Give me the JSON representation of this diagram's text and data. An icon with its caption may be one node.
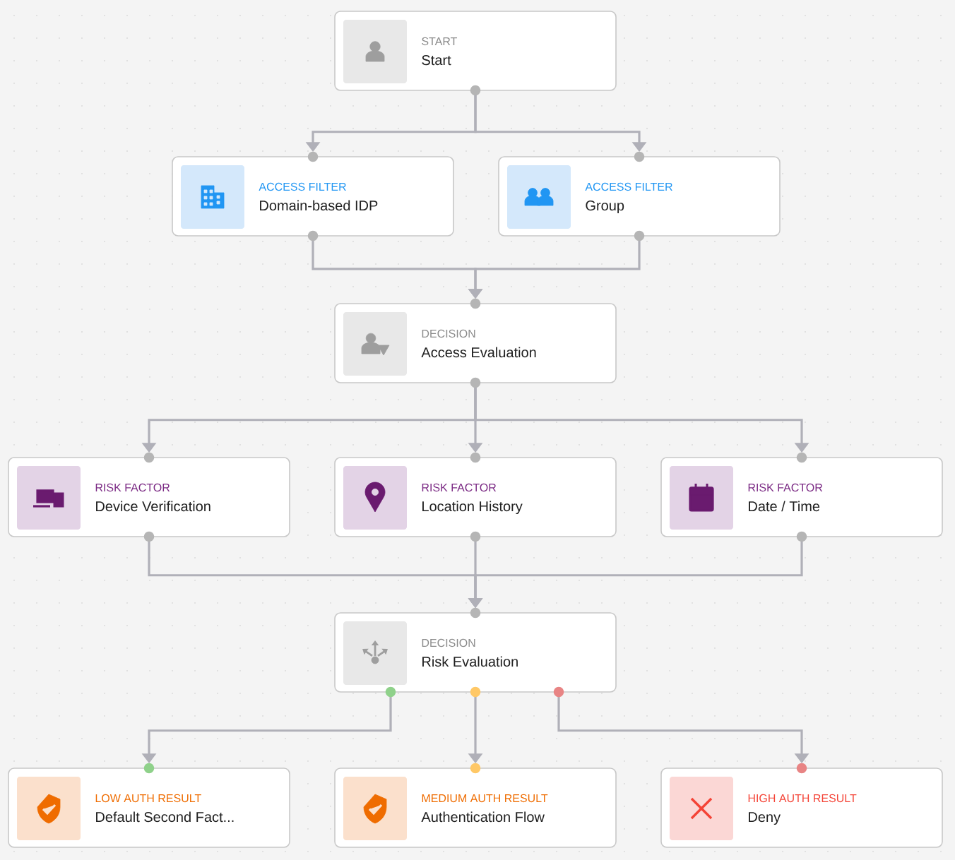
{
  "diagram": {
    "nodes": [
      {
        "text": [
          "START",
          "Start"
        ]
      },
      {
        "text": [
          "ACCESS FILTER",
          "Domain-based IDP"
        ]
      },
      {
        "text": [
          "ACCESS FILTER",
          "Group"
        ]
      },
      {
        "text": [
          "DECISION",
          "Access Evaluation"
        ]
      },
      {
        "text": [
          "RISK FACTOR",
          "Device Verification"
        ]
      },
      {
        "text": [
          "RISK FACTOR",
          "Location History"
        ]
      },
      {
        "text": [
          "RISK FACTOR",
          "Date / Time"
        ]
      },
      {
        "text": [
          "DECISION",
          "Risk Evaluation"
        ]
      },
      {
        "text": [
          "LOW AUTH RESULT",
          "Default Second Fact..."
        ]
      },
      {
        "text": [
          "MEDIUM AUTH RESULT",
          "Authentication Flow"
        ]
      },
      {
        "text": [
          "HIGH AUTH RESULT",
          "Deny"
        ]
      }
    ],
    "edges": [
      {
        "from": 0,
        "to": 1,
        "arrow": "to"
      },
      {
        "from": 0,
        "to": 2,
        "arrow": "to"
      },
      {
        "from": 1,
        "to": 3,
        "arrow": "to"
      },
      {
        "from": 2,
        "to": 3,
        "arrow": "to"
      },
      {
        "from": 3,
        "to": 4,
        "arrow": "to"
      },
      {
        "from": 3,
        "to": 5,
        "arrow": "to"
      },
      {
        "from": 3,
        "to": 6,
        "arrow": "to"
      },
      {
        "from": 4,
        "to": 7,
        "arrow": "to"
      },
      {
        "from": 5,
        "to": 7,
        "arrow": "to"
      },
      {
        "from": 6,
        "to": 7,
        "arrow": "to"
      },
      {
        "from": 7,
        "to": 8,
        "arrow": "to"
      },
      {
        "from": 7,
        "to": 9,
        "arrow": "to"
      },
      {
        "from": 7,
        "to": 10,
        "arrow": "to"
      }
    ]
  }
}
